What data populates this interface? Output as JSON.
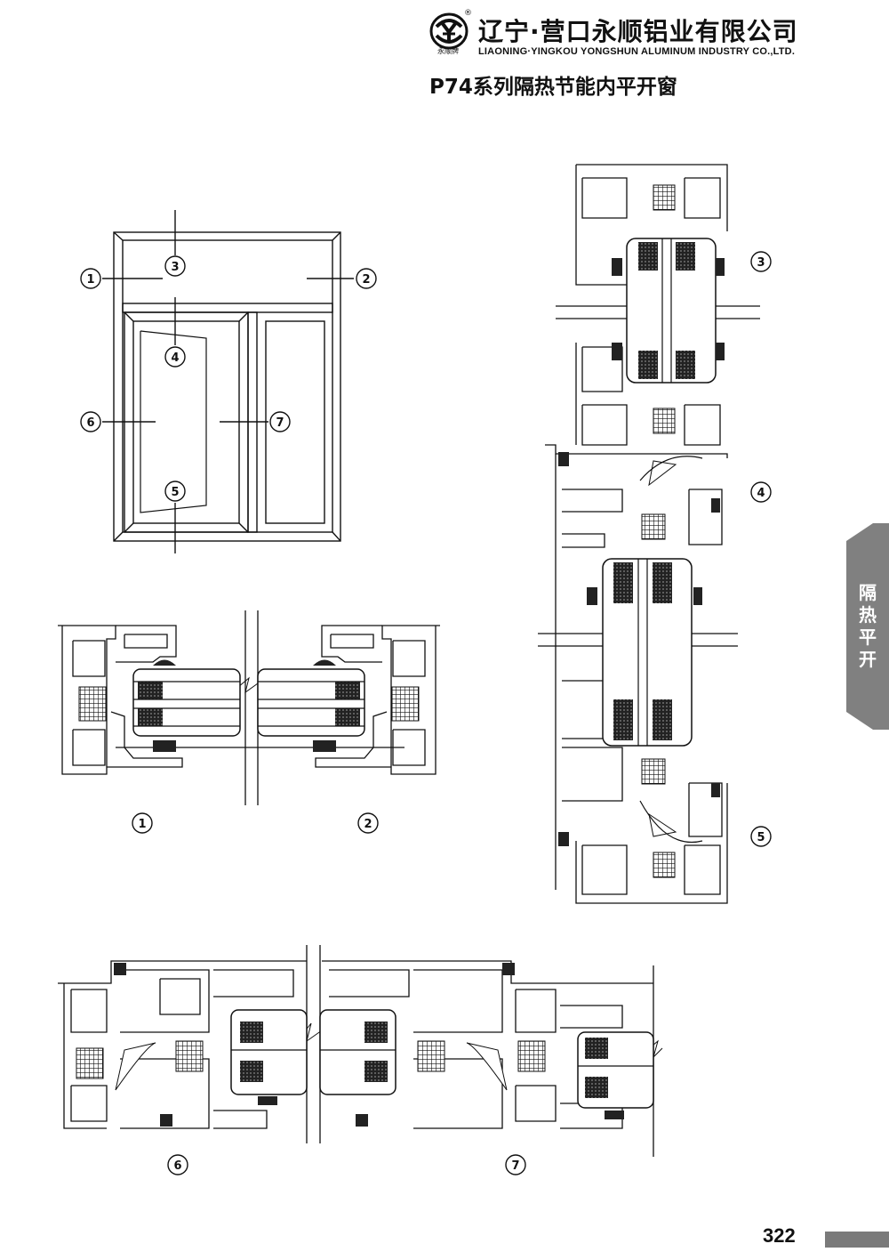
{
  "header": {
    "logo_caption": "永顺牌",
    "registered_mark": "®",
    "company_cn": "辽宁·营口永顺铝业有限公司",
    "company_en": "LIAONING·YINGKOU YONGSHUN ALUMINUM INDUSTRY CO.,LTD.",
    "title": "P74系列隔热节能内平开窗"
  },
  "side_tab": {
    "label": "隔热平开",
    "color": "#808080"
  },
  "page_number": "322",
  "callouts": {
    "elevation": [
      "1",
      "2",
      "3",
      "4",
      "5",
      "6",
      "7"
    ],
    "horizontal_section": [
      "1",
      "2"
    ],
    "vertical_section": [
      "3",
      "4",
      "5"
    ],
    "mullion_section": [
      "6",
      "7"
    ]
  }
}
